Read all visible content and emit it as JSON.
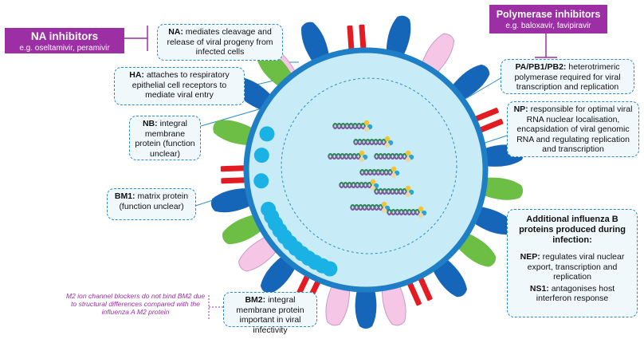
{
  "na_inhibitors": {
    "title": "NA inhibitors",
    "examples": "e.g. oseltamivir, peramivir"
  },
  "polymerase_inhibitors": {
    "title": "Polymerase inhibitors",
    "examples": "e.g. baloxavir, favipiravir"
  },
  "labels": {
    "na": {
      "term": "NA:",
      "text": "mediates cleavage and release of viral progeny from infected cells"
    },
    "ha": {
      "term": "HA:",
      "text": "attaches to respiratory epithelial cell receptors to mediate viral entry"
    },
    "nb": {
      "term": "NB:",
      "text": "integral membrane protein (function unclear)"
    },
    "bm1": {
      "term": "BM1:",
      "text": "matrix protein (function unclear)"
    },
    "bm2": {
      "term": "BM2:",
      "text": "integral membrane protein important in viral infectivity"
    },
    "pa": {
      "term": "PA/PB1/PB2:",
      "text": "heterotrimeric polymerase required for viral transcription and replication"
    },
    "np": {
      "term": "NP:",
      "text": "responsible for optimal viral RNA nuclear localisation, encapsidation of viral genomic RNA and regulating replication and transcription"
    }
  },
  "additional": {
    "title": "Additional influenza B proteins produced during infection:",
    "nep": {
      "term": "NEP:",
      "text": "regulates viral nuclear export, transcription and replication"
    },
    "ns1": {
      "term": "NS1:",
      "text": "antagonises host interferon response"
    }
  },
  "m2_note": "M2 ion channel blockers do not bind BM2 due to structural differences compared with the influenza A M2 protein",
  "colors": {
    "membrane": "#1f7fc6",
    "interior": "#c7ecf8",
    "ha": "#1565b8",
    "na": "#f6c6e6",
    "nb": "#6cbe45",
    "bm2": "#e31c24",
    "bm1": "#1ab2e4",
    "purple": "#9b2fa3"
  }
}
